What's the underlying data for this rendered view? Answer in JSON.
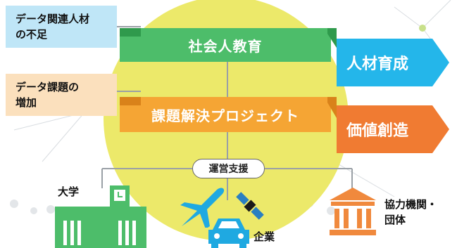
{
  "captions": {
    "data_talent_shortage": [
      "データ関連人材",
      "の不足"
    ],
    "data_issues_increase": [
      "データ課題の",
      "増加"
    ]
  },
  "bands": {
    "social_education": "社会人教育",
    "problem_solving_project": "課題解決プロジェクト"
  },
  "outcomes": {
    "talent_development": "人材育成",
    "value_creation": "価値創造"
  },
  "operation_support": "運営支援",
  "stakeholders": {
    "university": "大学",
    "company": "企業",
    "associations": [
      "協力機関・",
      "団体"
    ]
  },
  "colors": {
    "green": "#4dbd6a",
    "orange": "#f5a534",
    "blue": "#24b6ea",
    "deep_orange": "#f07b32",
    "yellow_circle": "#ece96a"
  },
  "icons": [
    "school-building-icon",
    "airplane-icon",
    "satellite-icon",
    "car-icon",
    "bank-icon"
  ]
}
